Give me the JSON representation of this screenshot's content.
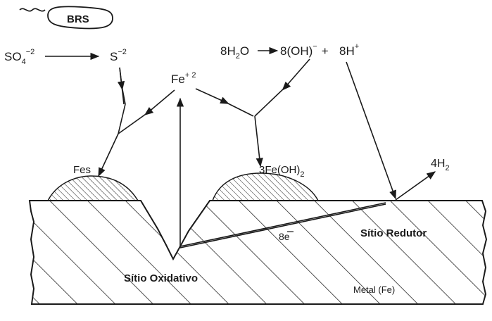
{
  "bacteria": {
    "label": "BRS"
  },
  "species": {
    "sulfate_base": "SO",
    "sulfate_sub": "4",
    "sulfate_sup": "−2",
    "sulfide_base": "S",
    "sulfide_sup": "−2",
    "iron_base": "Fe",
    "iron_sup": "+ 2",
    "water_coef_base": "8H",
    "water_sub": "2",
    "water_tail": "O",
    "hydroxide": "8(OH)",
    "hydroxide_sup": "−",
    "plus": "+",
    "proton_base": "8H",
    "proton_sup": "+",
    "hydrogen_base": "4H",
    "hydrogen_sub": "2",
    "fes": "Fes",
    "ferrous_hydroxide_base": "3Fe(OH)",
    "ferrous_hydroxide_sub": "2",
    "electrons": "8e"
  },
  "regions": {
    "oxidative_site": "Sítio Oxidativo",
    "reducing_site": "Sítio Redutor",
    "metal": "Metal (Fe)"
  },
  "colors": {
    "ink": "#1a1a1a",
    "background": "#ffffff"
  }
}
